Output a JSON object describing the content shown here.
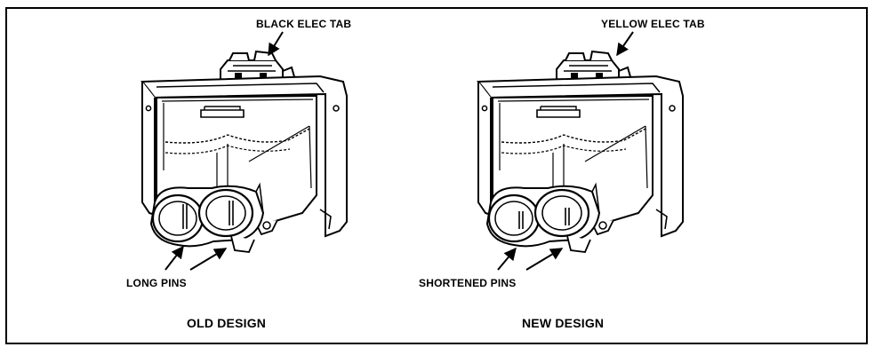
{
  "panels": [
    {
      "tab_label": "BLACK ELEC TAB",
      "pins_label": "LONG PINS",
      "caption": "OLD DESIGN"
    },
    {
      "tab_label": "YELLOW ELEC TAB",
      "pins_label": "SHORTENED PINS",
      "caption": "NEW DESIGN"
    }
  ],
  "colors": {
    "line": "#000000",
    "background": "#ffffff"
  }
}
